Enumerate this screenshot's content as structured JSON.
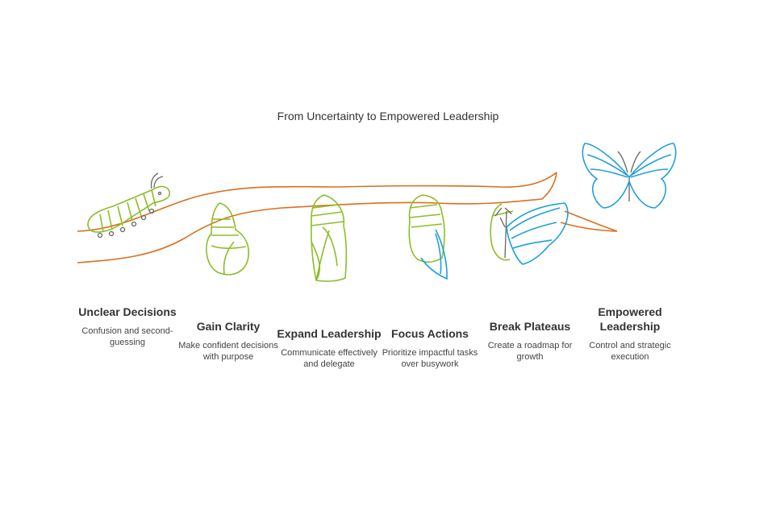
{
  "title": "From Uncertainty to Empowered Leadership",
  "colors": {
    "branch": "#D9701F",
    "green": "#8CBD2A",
    "blue": "#1FA0D8",
    "gray": "#666666",
    "text": "#333333"
  },
  "stages": [
    {
      "heading": "Unclear Decisions",
      "description": "Confusion and second-guessing",
      "icon": "caterpillar-icon"
    },
    {
      "heading": "Gain Clarity",
      "description": "Make confident decisions with purpose",
      "icon": "curled-pupa-icon"
    },
    {
      "heading": "Expand Leadership",
      "description": "Communicate effectively and delegate",
      "icon": "chrysalis-icon"
    },
    {
      "heading": "Focus Actions",
      "description": "Prioritize impactful tasks over busywork",
      "icon": "chrysalis-wing-icon"
    },
    {
      "heading": "Break Plateaus",
      "description": "Create a roadmap for growth",
      "icon": "emerging-butterfly-icon"
    },
    {
      "heading": "Empowered Leadership",
      "description": "Control and strategic execution",
      "icon": "butterfly-icon"
    }
  ]
}
